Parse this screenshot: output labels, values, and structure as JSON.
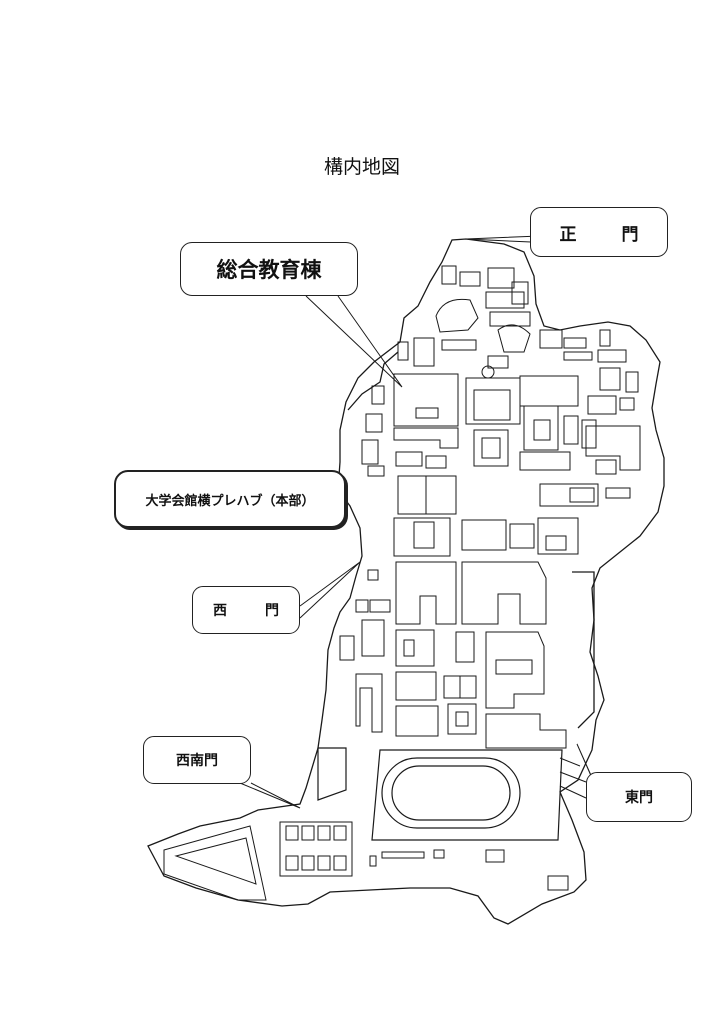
{
  "title": "構内地図",
  "labels": {
    "main_gate": "正　門",
    "general_education_building": "総合教育棟",
    "prefab_headquarters": "大学会館横プレハブ（本部）",
    "west_gate": "西　門",
    "southwest_gate": "西南門",
    "east_gate": "東門"
  },
  "colors": {
    "line": "#1a1a1a",
    "background": "#ffffff"
  }
}
